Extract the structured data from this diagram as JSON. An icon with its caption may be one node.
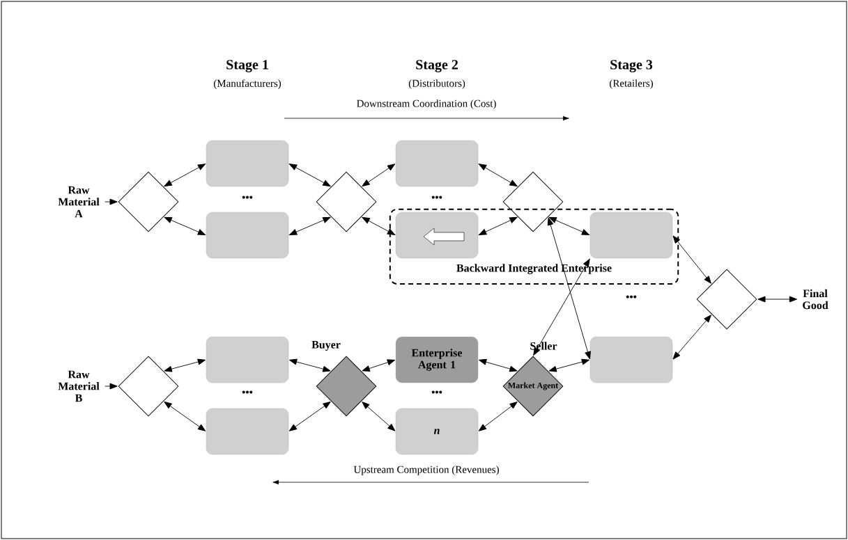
{
  "diagram": {
    "nodes": [
      {
        "text": [
          "Raw Material A"
        ]
      },
      {
        "text": [],
        "shape": "diamond"
      },
      {
        "text": [],
        "shape": "box"
      },
      {
        "text": [],
        "shape": "box"
      },
      {
        "text": [],
        "shape": "diamond"
      },
      {
        "text": [],
        "shape": "box"
      },
      {
        "text": [
          "Backward Integrated Enterprise"
        ]
      },
      {
        "text": [],
        "shape": "box",
        "in": 6
      },
      {
        "text": [],
        "shape": "diamond"
      },
      {
        "text": [],
        "shape": "box",
        "in": 6
      },
      {
        "text": [],
        "shape": "box"
      },
      {
        "text": [],
        "shape": "diamond"
      },
      {
        "text": [
          "Final Good"
        ]
      },
      {
        "text": [
          "Raw Material B"
        ]
      },
      {
        "text": [],
        "shape": "diamond"
      },
      {
        "text": [],
        "shape": "box"
      },
      {
        "text": [],
        "shape": "box"
      },
      {
        "text": [],
        "shape": "diamond"
      },
      {
        "text": [
          "Enterprise Agent 1"
        ]
      },
      {
        "text": [
          "n"
        ]
      },
      {
        "text": [
          "Market Agent"
        ]
      }
    ],
    "edges": [
      {
        "from": 0,
        "to": 1,
        "arrow": "to"
      },
      {
        "from": 1,
        "to": 2,
        "arrow": "both"
      },
      {
        "from": 1,
        "to": 3,
        "arrow": "both"
      },
      {
        "from": 2,
        "to": 4,
        "arrow": "both"
      },
      {
        "from": 3,
        "to": 4,
        "arrow": "both"
      },
      {
        "from": 4,
        "to": 5,
        "arrow": "both"
      },
      {
        "from": 4,
        "to": 7,
        "arrow": "both"
      },
      {
        "from": 5,
        "to": 8,
        "arrow": "both"
      },
      {
        "from": 7,
        "to": 8,
        "arrow": "both"
      },
      {
        "from": 8,
        "to": 9,
        "arrow": "both"
      },
      {
        "from": 8,
        "to": 10,
        "arrow": "both"
      },
      {
        "from": 20,
        "to": 9,
        "arrow": "both"
      },
      {
        "from": 9,
        "to": 11,
        "arrow": "both"
      },
      {
        "from": 10,
        "to": 11,
        "arrow": "both"
      },
      {
        "from": 11,
        "to": 12,
        "arrow": "both"
      },
      {
        "from": 13,
        "to": 14,
        "arrow": "to"
      },
      {
        "from": 14,
        "to": 15,
        "arrow": "both"
      },
      {
        "from": 14,
        "to": 16,
        "arrow": "both"
      },
      {
        "from": 15,
        "to": 17,
        "arrow": "both"
      },
      {
        "from": 16,
        "to": 17,
        "arrow": "both"
      },
      {
        "from": 17,
        "to": 18,
        "arrow": "both"
      },
      {
        "from": 17,
        "to": 19,
        "arrow": "both"
      },
      {
        "from": 18,
        "to": 20,
        "arrow": "both"
      },
      {
        "from": 19,
        "to": 20,
        "arrow": "both"
      },
      {
        "from": 20,
        "to": 10,
        "arrow": "both"
      }
    ],
    "labels": [
      "Stage 1",
      "(Manufacturers)",
      "Stage 2",
      "(Distributors)",
      "Stage 3",
      "(Retailers)",
      "Downstream Coordination (Cost)",
      "•••",
      "•••",
      "•••",
      "Buyer",
      "Seller",
      "•••",
      "•••",
      "Upstream Competition (Revenues)"
    ]
  }
}
